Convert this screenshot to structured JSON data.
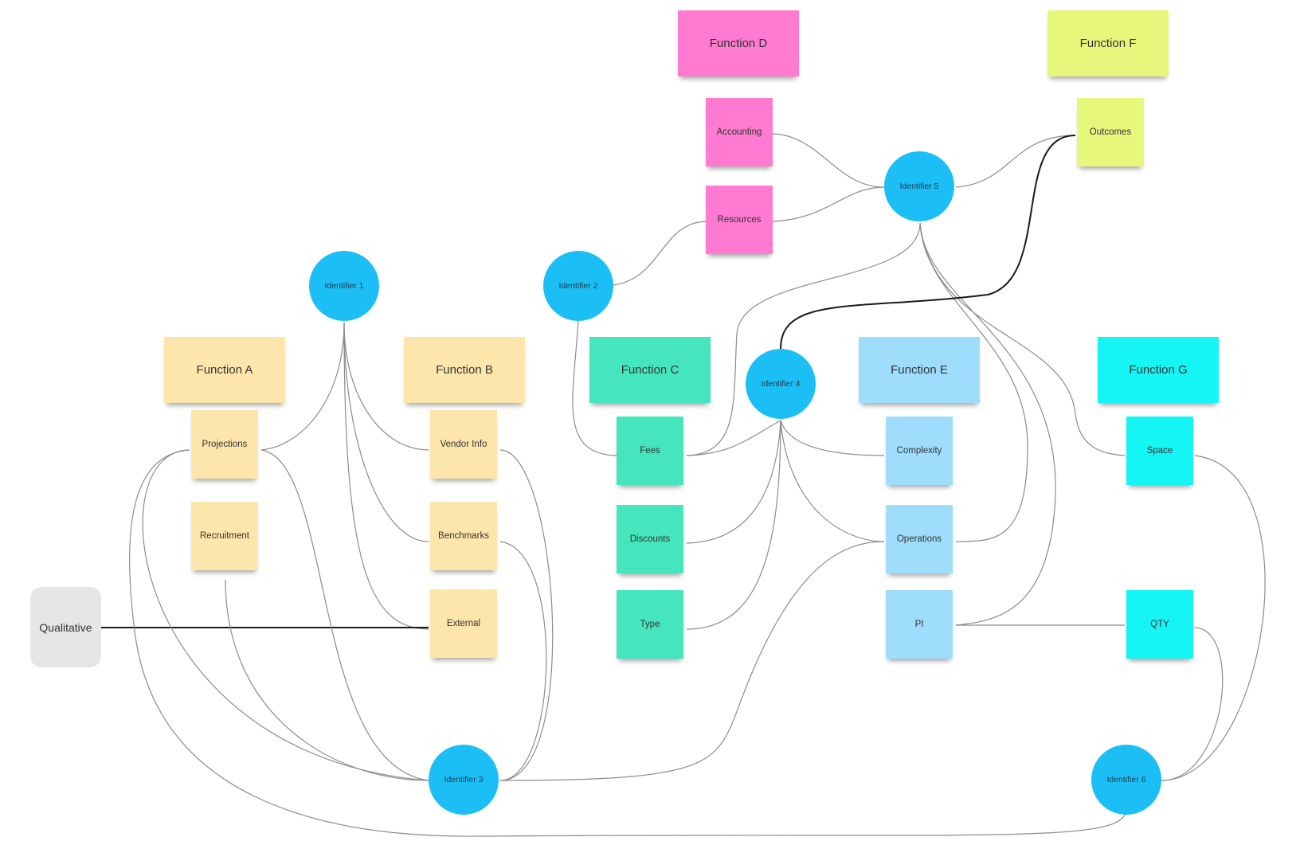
{
  "functions": {
    "a": "Function A",
    "b": "Function B",
    "c": "Function C",
    "d": "Function D",
    "e": "Function E",
    "f": "Function F",
    "g": "Function G"
  },
  "notes": {
    "projections": "Projections",
    "recruitment": "Recruitment",
    "vendor_info": "Vendor Info",
    "benchmarks": "Benchmarks",
    "external": "External",
    "fees": "Fees",
    "discounts": "Discounts",
    "type": "Type",
    "accounting": "Accounting",
    "resources": "Resources",
    "outcomes": "Outcomes",
    "complexity": "Complexity",
    "operations": "Operations",
    "pi": "PI",
    "space": "Space",
    "qty": "QTY"
  },
  "identifiers": {
    "id1": "Identifier 1",
    "id2": "Identifier 2",
    "id3": "Identifier 3",
    "id4": "Identifier 4",
    "id5": "Identifier 5",
    "id6": "Identifier 6"
  },
  "qualitative": "Qualitative",
  "colors": {
    "identifier": "#1cbff5",
    "function_a_b": "#fde6ab",
    "function_c": "#45e6bd",
    "function_d": "#ff7ad0",
    "function_e": "#9edefc",
    "function_f": "#e7f77c",
    "function_g": "#15f5f3",
    "qualitative": "#e6e6e6",
    "connector": "#8c8c8c",
    "connector_emphasis": "#1a1a1a"
  }
}
